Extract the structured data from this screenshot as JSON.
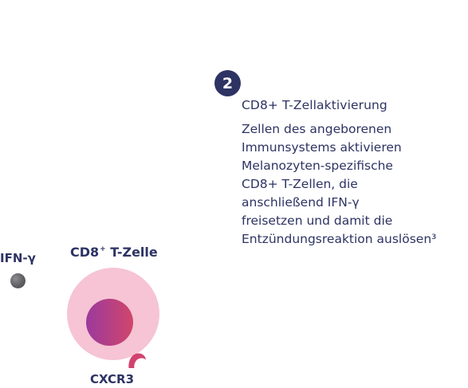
{
  "colors": {
    "text": "#2d3363",
    "badge": "#2d3363",
    "cell_membrane": "#f6c4d4",
    "nucleus_start": "#9b3a9d",
    "nucleus_end": "#d0466a",
    "receptor": "#d2426e",
    "cytokine": "#5e5e63"
  },
  "step": {
    "number": "2",
    "title": "CD8+ T-Zellaktivierung",
    "body_lines": [
      "Zellen des angeborenen",
      "Immunsystems aktivieren",
      "Melanozyten-spezifische",
      "CD8+ T-Zellen, die",
      "anschließend IFN-γ",
      "freisetzen und damit die",
      "Entzündungsreaktion auslösen³"
    ]
  },
  "diagram": {
    "cell_label": "CD8",
    "cell_label_sup": "+",
    "cell_label_suffix": " T-Zelle",
    "cytokine_label": "IFN-γ",
    "receptor_label": "CXCR3",
    "icons": [
      "ifn-gamma-molecule-icon",
      "cd8-t-cell-icon",
      "cxcr3-receptor-icon"
    ]
  }
}
